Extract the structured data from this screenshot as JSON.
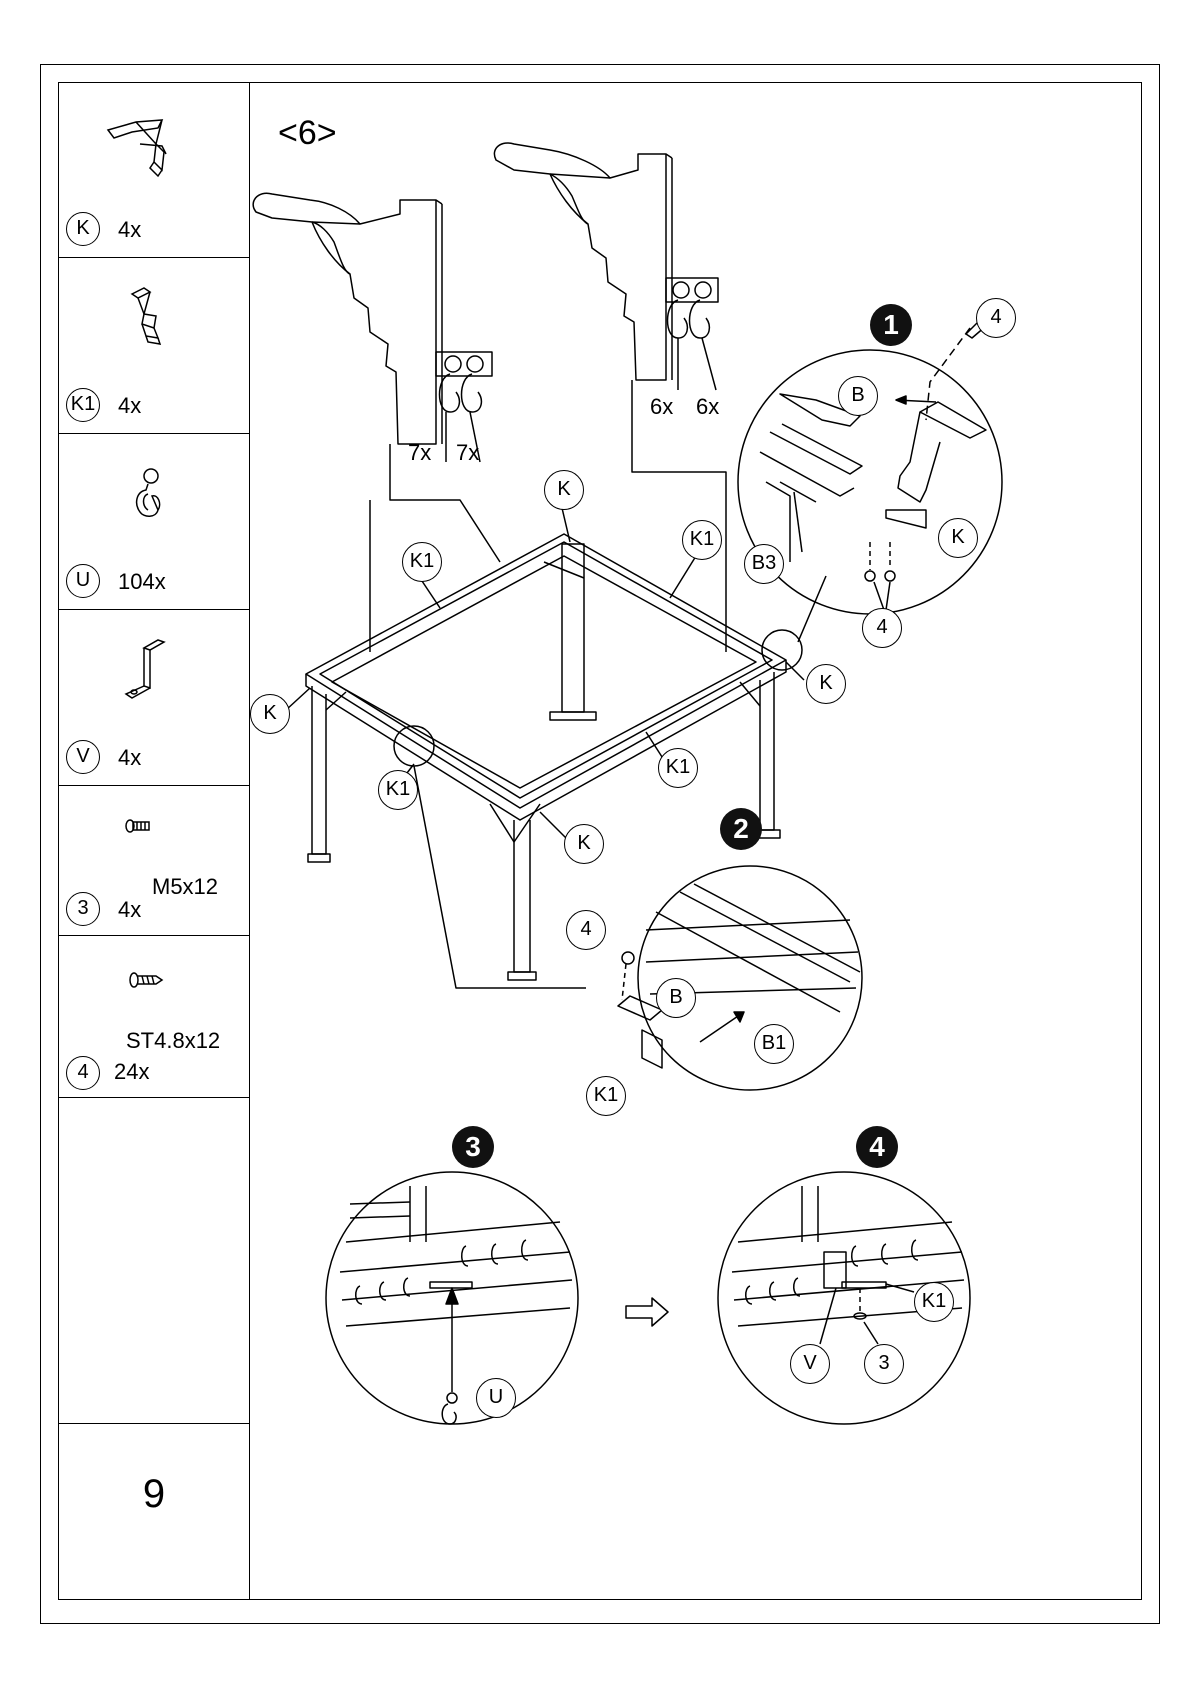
{
  "step_title": "<6>",
  "page_number": "9",
  "parts": [
    {
      "id": "K",
      "qty": "4x",
      "spec": ""
    },
    {
      "id": "K1",
      "qty": "4x",
      "spec": ""
    },
    {
      "id": "U",
      "qty": "104x",
      "spec": ""
    },
    {
      "id": "V",
      "qty": "4x",
      "spec": ""
    },
    {
      "id": "3",
      "qty": "4x",
      "spec": "M5x12"
    },
    {
      "id": "4",
      "qty": "24x",
      "spec": "ST4.8x12"
    }
  ],
  "hook_counts": {
    "left_a": "7x",
    "left_b": "7x",
    "right_a": "6x",
    "right_b": "6x"
  },
  "sub_steps": [
    "1",
    "2",
    "3",
    "4"
  ],
  "frame_labels": {
    "k": "K",
    "k1": "K1"
  },
  "detail1": {
    "b": "B",
    "b3": "B3",
    "k": "K",
    "screw_top": "4",
    "screw_bottom": "4"
  },
  "detail2": {
    "screw": "4",
    "b": "B",
    "b1": "B1",
    "k1": "K1"
  },
  "detail3": {
    "u": "U"
  },
  "detail4": {
    "k1": "K1",
    "v": "V",
    "screw": "3"
  }
}
